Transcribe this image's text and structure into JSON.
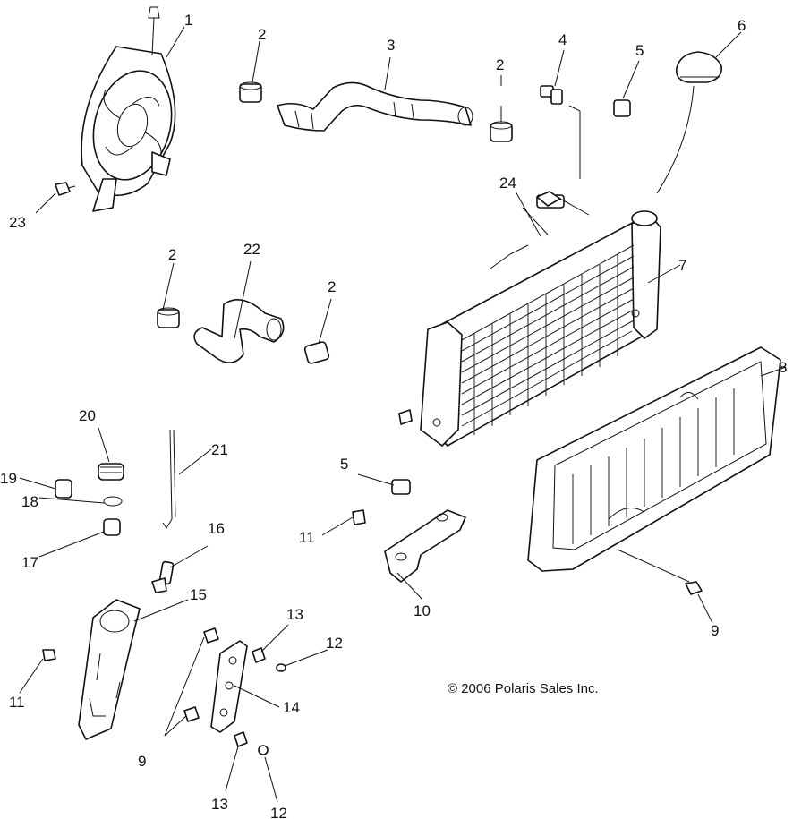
{
  "diagram": {
    "copyright": "© 2006 Polaris Sales Inc.",
    "callouts": {
      "c1": "1",
      "c2a": "2",
      "c2b": "2",
      "c2c": "2",
      "c2d": "2",
      "c3": "3",
      "c4": "4",
      "c5a": "5",
      "c5b": "5",
      "c6": "6",
      "c7": "7",
      "c8": "8",
      "c9a": "9",
      "c9b": "9",
      "c10": "10",
      "c11a": "11",
      "c11b": "11",
      "c12a": "12",
      "c12b": "12",
      "c13a": "13",
      "c13b": "13",
      "c14": "14",
      "c15": "15",
      "c16": "16",
      "c17": "17",
      "c18": "18",
      "c19": "19",
      "c20": "20",
      "c21": "21",
      "c22": "22",
      "c23": "23",
      "c24": "24"
    }
  }
}
